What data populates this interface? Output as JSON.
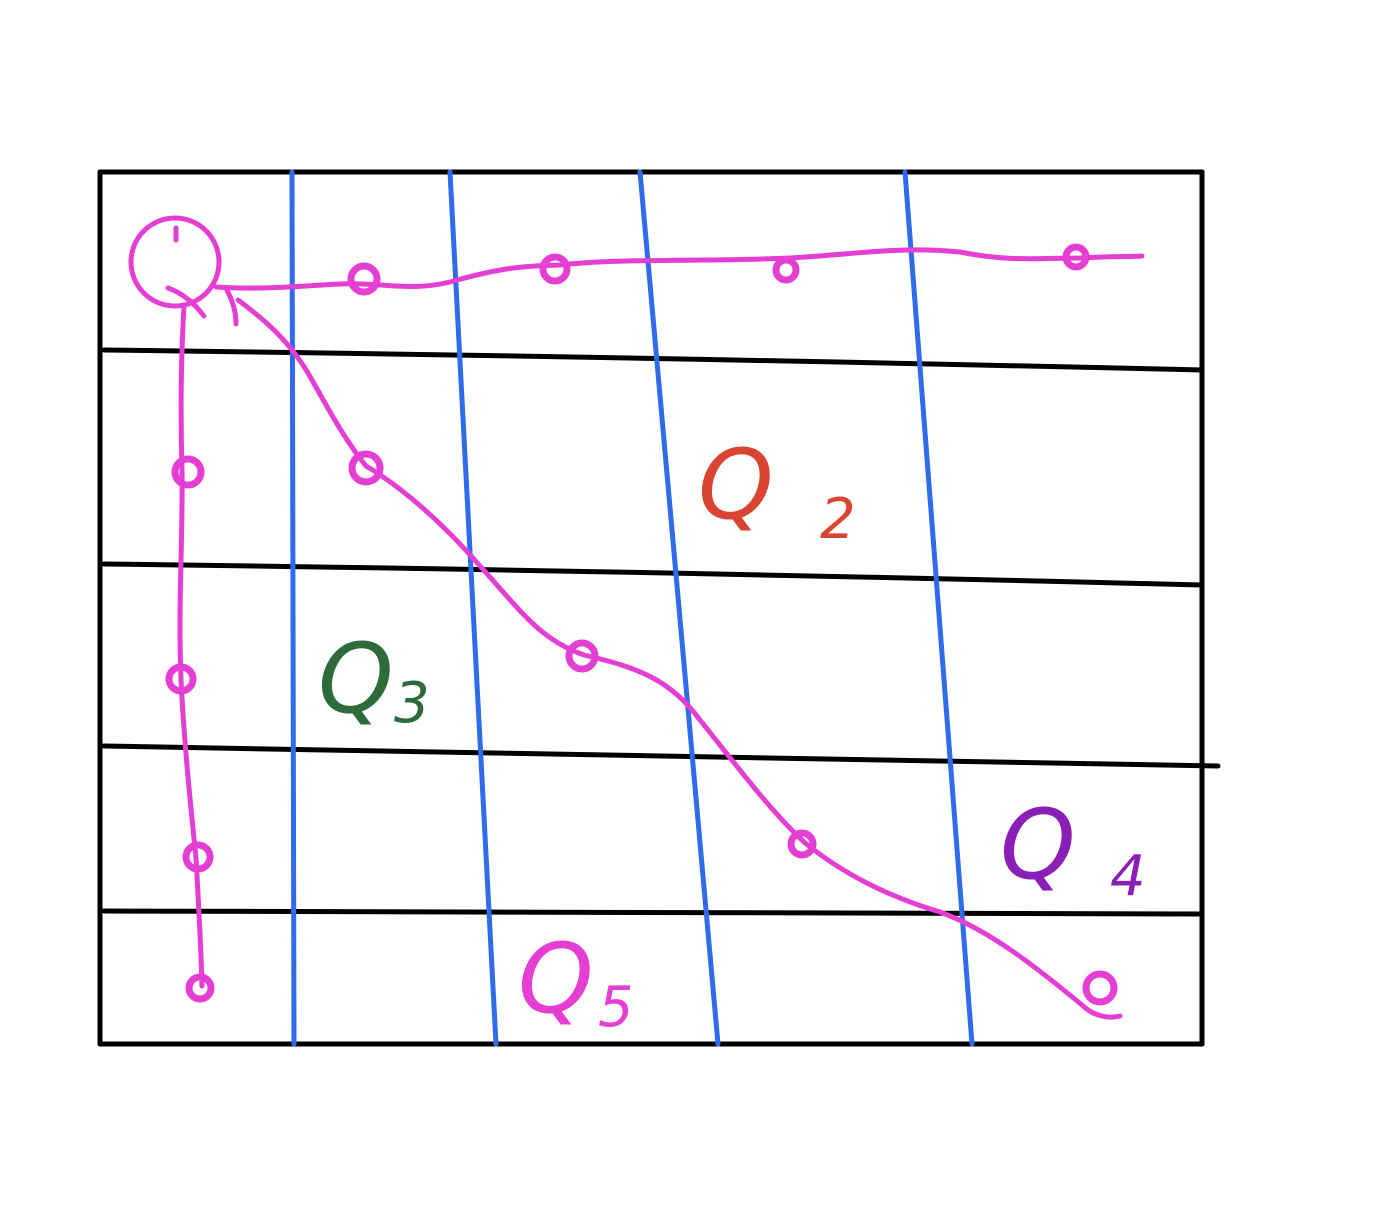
{
  "diagram": {
    "grid_line_color": "#000000",
    "blue_line_color": "#2f6bea",
    "path_color": "#e43fd2",
    "labels": [
      {
        "id": "q2",
        "letter": "Q",
        "subscript": "2",
        "color": "#d94532"
      },
      {
        "id": "q3",
        "letter": "Q",
        "subscript": "3",
        "color": "#2e6b3b"
      },
      {
        "id": "q4",
        "letter": "Q",
        "subscript": "4",
        "color": "#8a1fb8"
      },
      {
        "id": "q5",
        "letter": "Q",
        "subscript": "5",
        "color": "#e43fd2"
      }
    ]
  }
}
